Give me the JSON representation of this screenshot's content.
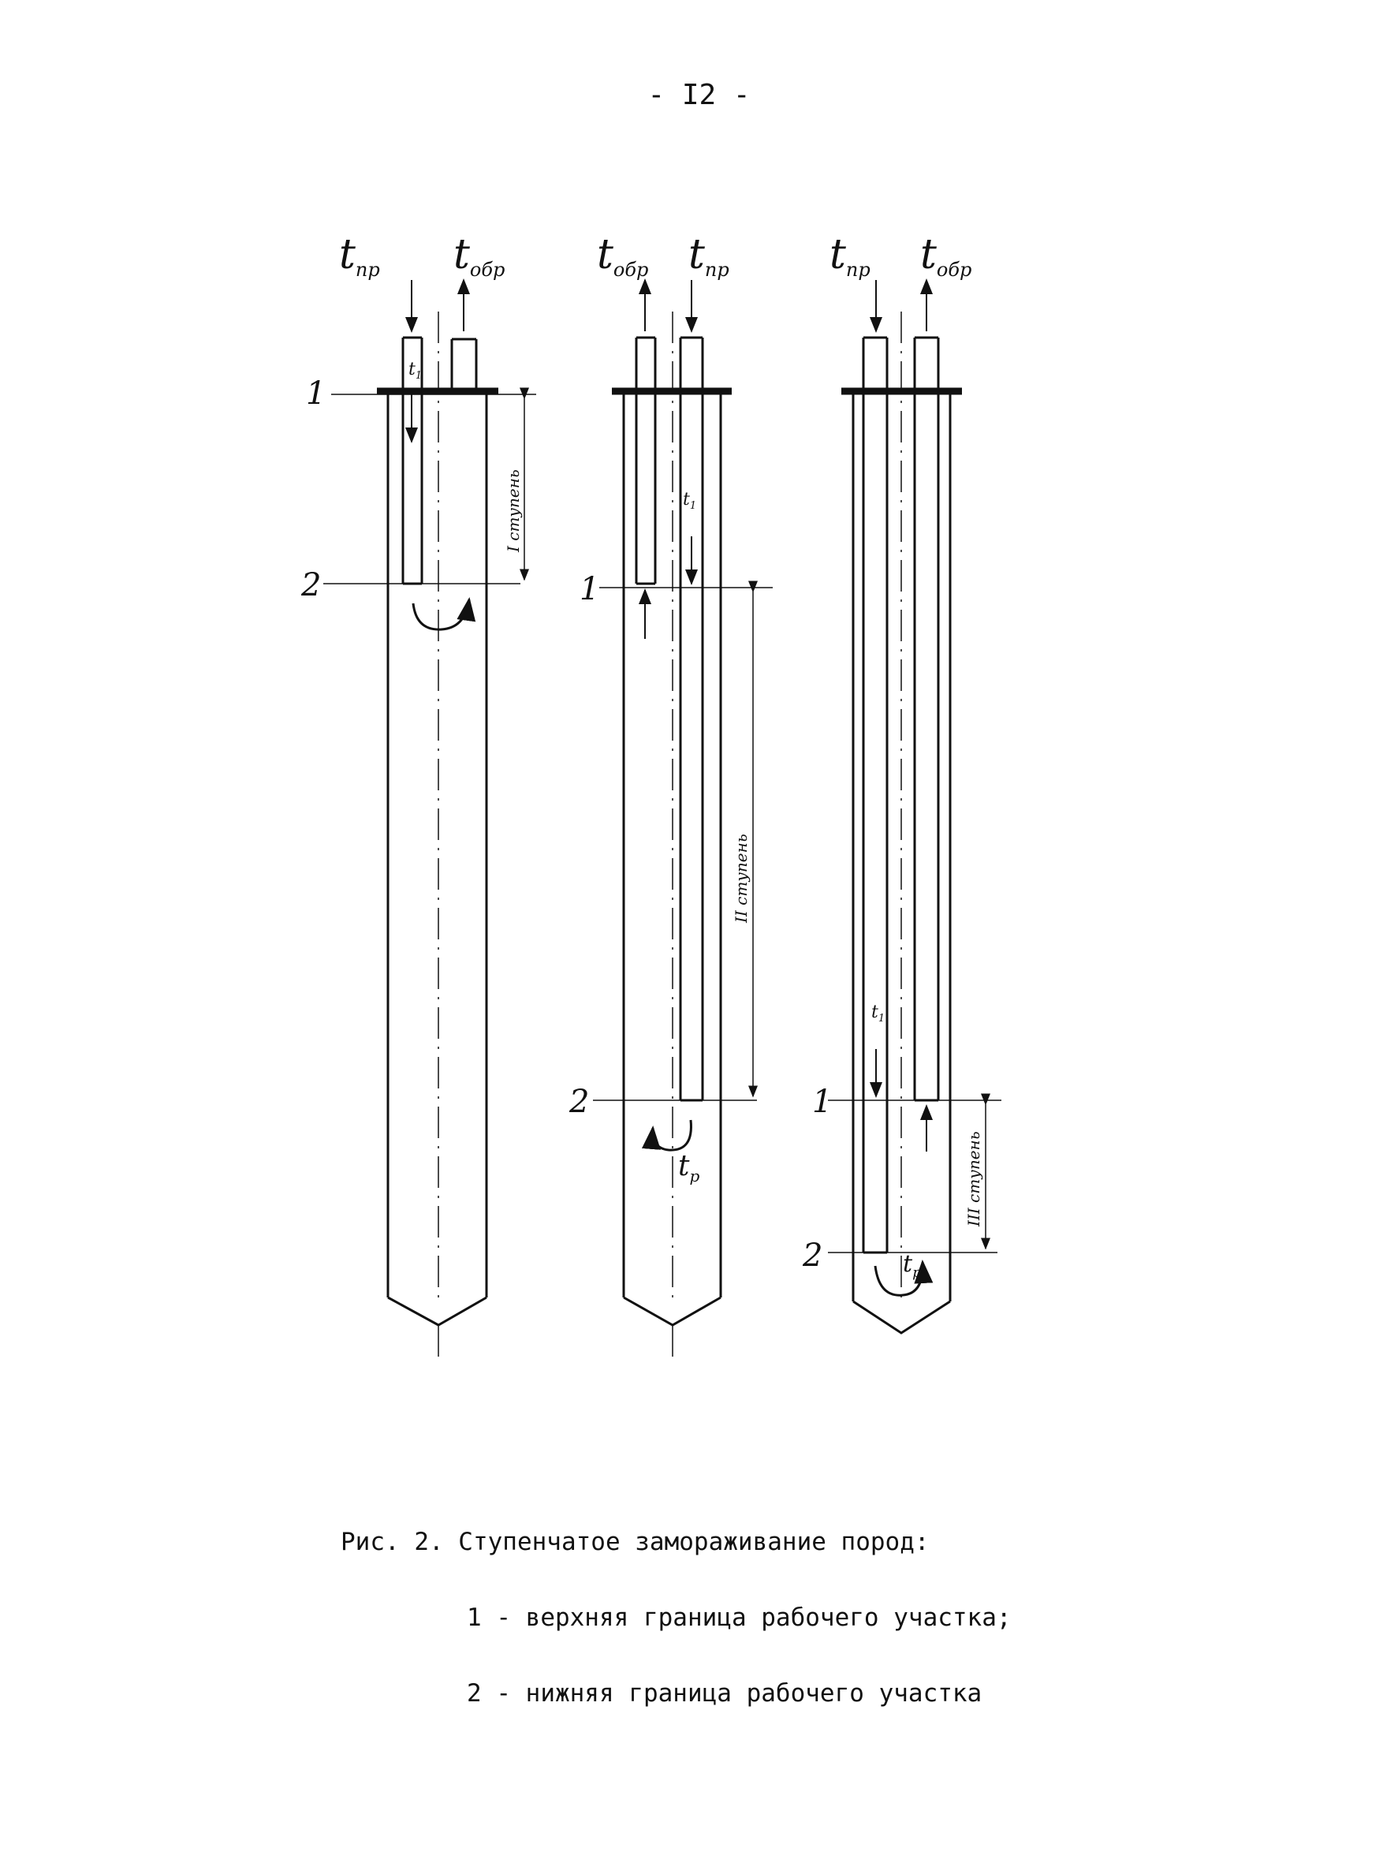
{
  "page": {
    "number": "- I2 -"
  },
  "figure": {
    "labels": {
      "t_pr": "t",
      "t_pr_sub": "пр",
      "t_obr": "t",
      "t_obr_sub": "обр",
      "t1": "t",
      "t1_sub": "1",
      "tr": "t",
      "tr_sub": "р",
      "boundary_upper": "1",
      "boundary_lower": "2",
      "stage_1": "I ступень",
      "stage_2": "II ступень",
      "stage_3": "III ступень"
    }
  },
  "caption": {
    "line1": "Рис. 2. Ступенчатое замораживание пород:",
    "line2": "1 - верхняя граница рабочего участка;",
    "line3": "2 - нижняя граница рабочего участка"
  }
}
